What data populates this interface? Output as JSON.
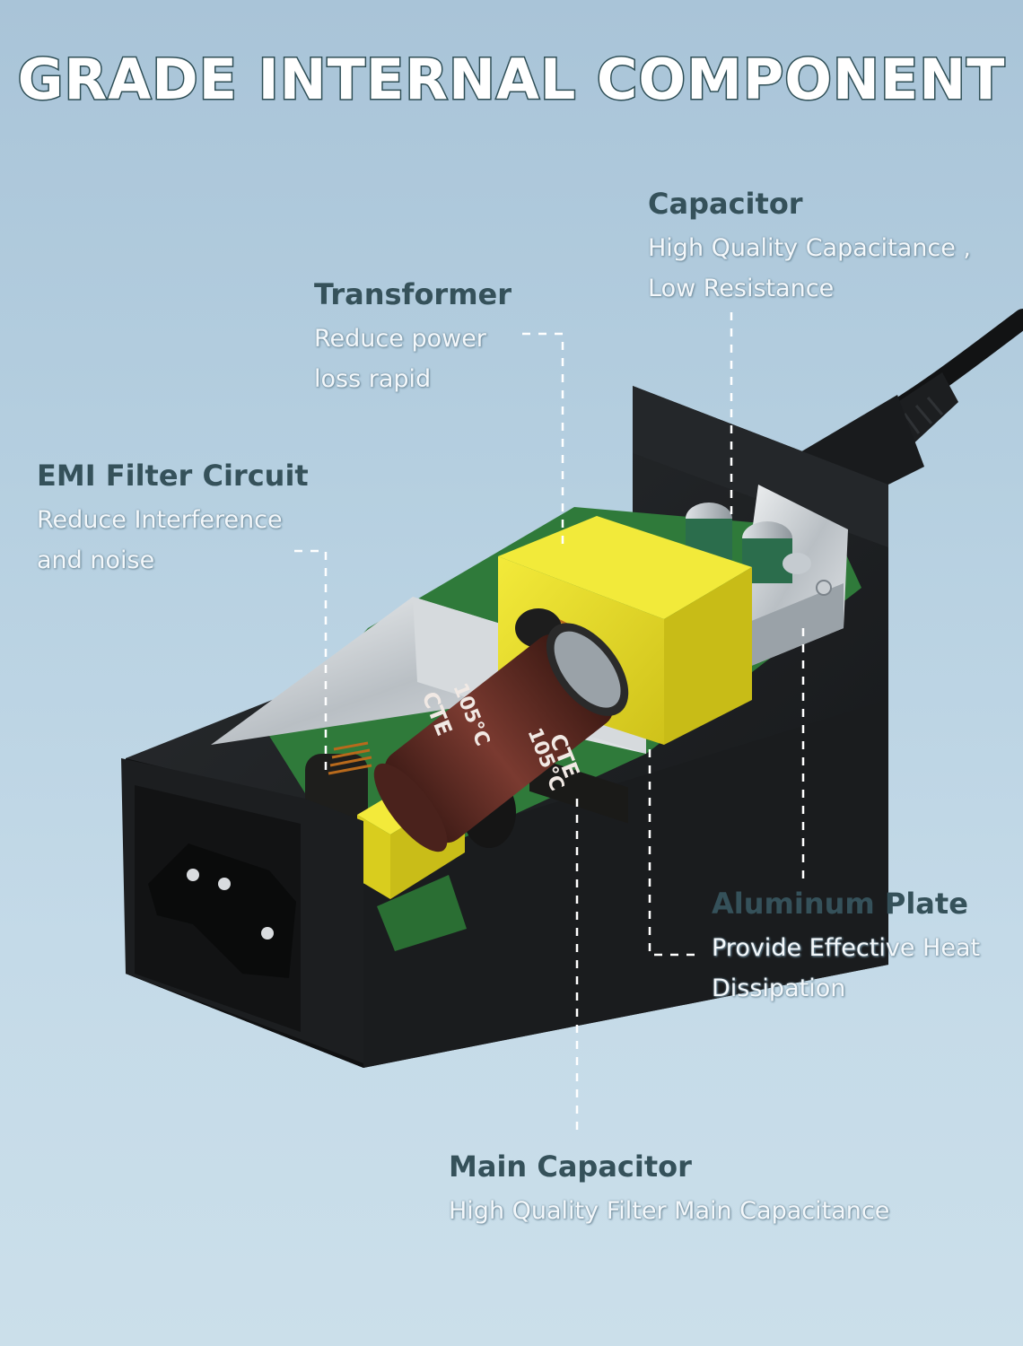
{
  "title": "GRADE INTERNAL COMPONENT",
  "capacitor": {
    "heading": "Capacitor",
    "lines": [
      "High Quality Capacitance ,",
      "Low Resistance"
    ]
  },
  "transformer": {
    "heading": "Transformer",
    "lines": [
      "Reduce power",
      "loss rapid"
    ]
  },
  "emi": {
    "heading": "EMI Filter Circuit",
    "lines": [
      "Reduce Interference",
      "and noise"
    ]
  },
  "aluminum": {
    "heading": "Aluminum Plate",
    "lines": [
      "Provide Effective Heat",
      "Dissipation"
    ]
  },
  "main_capacitor": {
    "heading": "Main Capacitor",
    "lines": [
      "High Quality Filter Main Capacitance"
    ]
  },
  "product": {
    "big_cap_marking": "CTE",
    "big_cap_rating": "105°C"
  },
  "colors": {
    "background": "#b5cfe0",
    "heading": "#35515a",
    "title_outline": "#2e4e56",
    "transformer_yellow": "#ecdf2a",
    "pcb_green": "#2f7a3a",
    "capacitor_brown": "#5a2a22",
    "case_black": "#1b1d1f"
  }
}
